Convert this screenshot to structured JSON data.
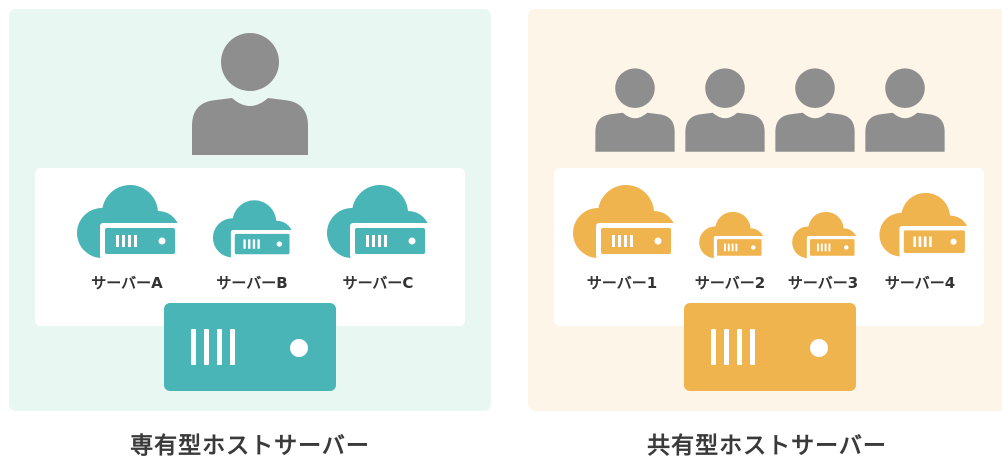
{
  "colors": {
    "user": "#8e8e8e",
    "dedicated_accent": "#49b5b6",
    "shared_accent": "#f0b44f",
    "dedicated_bg": "#e9f7f3",
    "shared_bg": "#fdf5e8"
  },
  "dedicated": {
    "title": "専有型ホストサーバー",
    "users": [
      {
        "icon": "user-icon"
      }
    ],
    "virtual_servers": [
      {
        "label": "サーバーA",
        "icon": "cloud-server-icon"
      },
      {
        "label": "サーバーB",
        "icon": "cloud-server-icon"
      },
      {
        "label": "サーバーC",
        "icon": "cloud-server-icon"
      }
    ],
    "host": {
      "icon": "server-icon"
    }
  },
  "shared": {
    "title": "共有型ホストサーバー",
    "users": [
      {
        "icon": "user-icon"
      },
      {
        "icon": "user-icon"
      },
      {
        "icon": "user-icon"
      },
      {
        "icon": "user-icon"
      }
    ],
    "virtual_servers": [
      {
        "label": "サーバー1",
        "icon": "cloud-server-icon"
      },
      {
        "label": "サーバー2",
        "icon": "cloud-server-icon"
      },
      {
        "label": "サーバー3",
        "icon": "cloud-server-icon"
      },
      {
        "label": "サーバー4",
        "icon": "cloud-server-icon"
      }
    ],
    "host": {
      "icon": "server-icon"
    }
  }
}
